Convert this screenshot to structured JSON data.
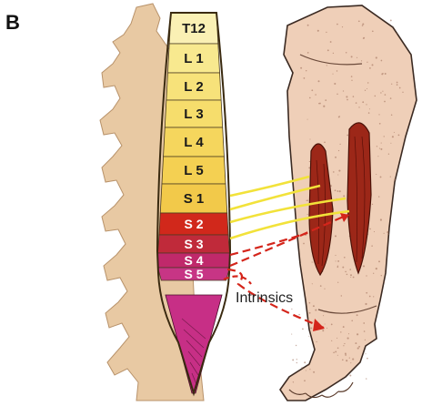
{
  "figure": {
    "panel_label": "B",
    "segments": [
      {
        "label": "T12",
        "color": "#faf0b4"
      },
      {
        "label": "L 1",
        "color": "#f8e98f"
      },
      {
        "label": "L 2",
        "color": "#f7e27a"
      },
      {
        "label": "L 3",
        "color": "#f6dd6c"
      },
      {
        "label": "L 4",
        "color": "#f5d65d"
      },
      {
        "label": "L 5",
        "color": "#f4d052"
      },
      {
        "label": "S 1",
        "color": "#f2c94a"
      },
      {
        "label": "S 2",
        "color": "#d1281b"
      },
      {
        "label": "S 3",
        "color": "#c02a3a"
      },
      {
        "label": "S 4",
        "color": "#c0296b"
      },
      {
        "label": "S 5",
        "color": "#c73585"
      }
    ],
    "callout_label": "Intrinsics",
    "colors": {
      "vertebrae": "#e8c9a3",
      "cord_outline": "#3a2a10",
      "nerve_yellow": "#f2e23a",
      "nerve_red": "#d4251b",
      "skin": "#efcfb8",
      "muscle": "#8c1d12"
    }
  }
}
